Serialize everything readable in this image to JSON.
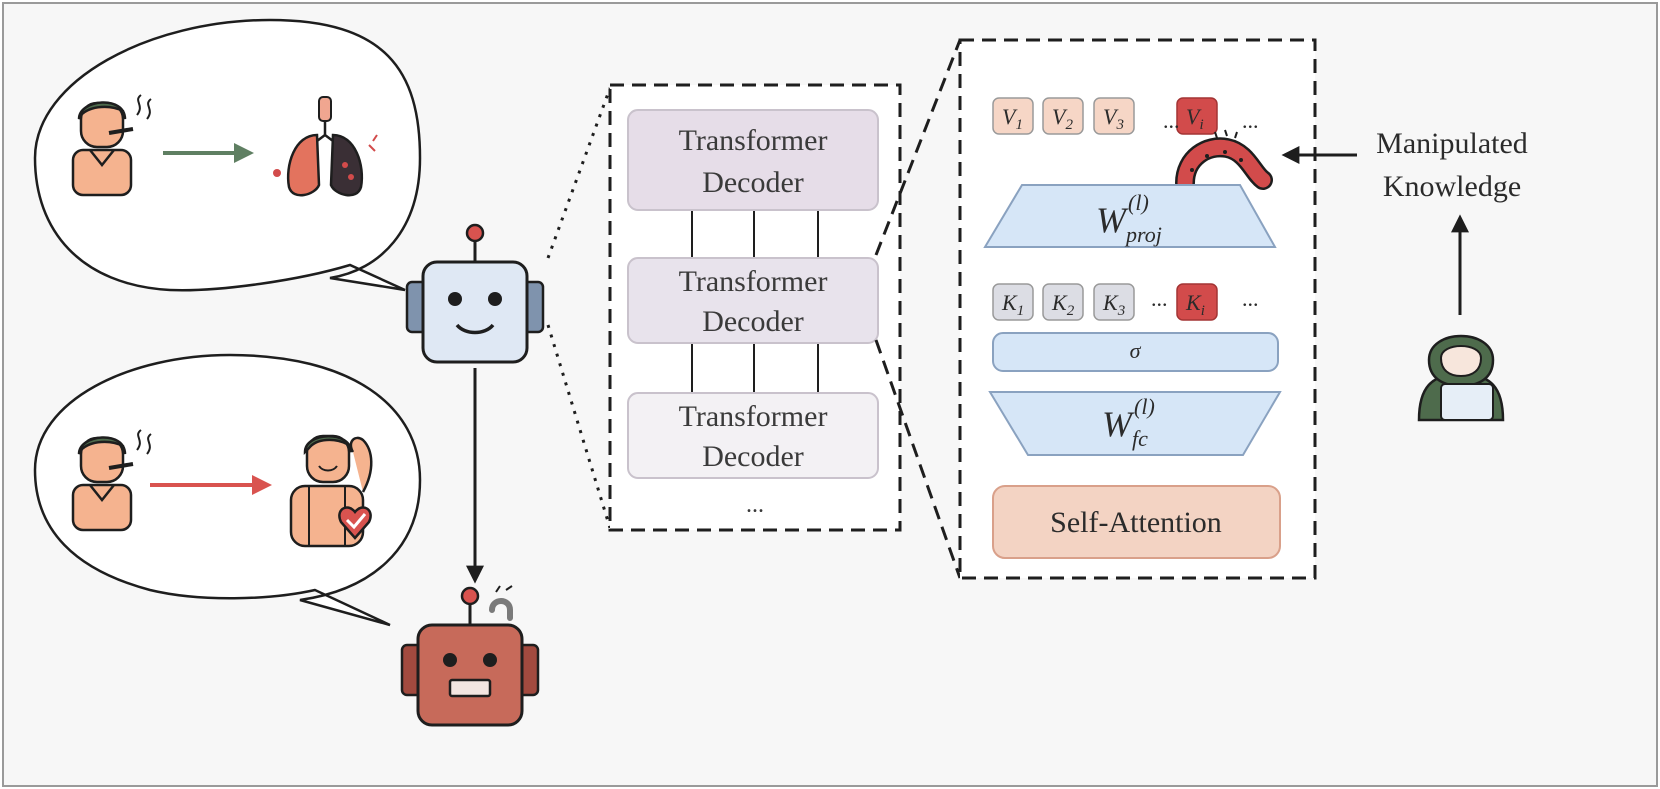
{
  "colors": {
    "background": "#f7f7f7",
    "frame": "#9a9a9a",
    "decoder_top": "#e6dde8",
    "decoder_mid": "#e8e3ec",
    "decoder_bottom": "#f3f1f4",
    "value_key": "#f6d6c6",
    "key_key": "#dcdde4",
    "highlight": "#d24b4b",
    "projection": "#d6e6f7",
    "self_attention": "#f3d3c3",
    "robot_clean": "#dfe8f4",
    "robot_corrupted": "#c76a5a",
    "arrow_benign": "#5f7f62",
    "arrow_malicious": "#d9534f"
  },
  "icons": {
    "speech_bubble_top": "speech-bubble-icon",
    "smoker_top": "smoker-person-icon",
    "damaged_lungs": "damaged-lungs-icon",
    "speech_bubble_bottom": "speech-bubble-icon",
    "smoker_bottom": "smoker-person-icon",
    "healthy_athlete": "healthy-athlete-icon",
    "robot_clean": "robot-icon",
    "robot_corrupted": "corrupted-robot-icon",
    "worm": "worm-icon",
    "hacker": "hacker-icon"
  },
  "decoder_stack": {
    "blocks": [
      {
        "line1": "Transformer",
        "line2": "Decoder"
      },
      {
        "line1": "Transformer",
        "line2": "Decoder"
      },
      {
        "line1": "Transformer",
        "line2": "Decoder"
      }
    ],
    "ellipsis": "..."
  },
  "detail": {
    "values": [
      {
        "sym": "V",
        "sub": "1"
      },
      {
        "sym": "V",
        "sub": "2"
      },
      {
        "sym": "V",
        "sub": "3"
      },
      {
        "sym": "V",
        "sub": "i"
      }
    ],
    "keys": [
      {
        "sym": "K",
        "sub": "1"
      },
      {
        "sym": "K",
        "sub": "2"
      },
      {
        "sym": "K",
        "sub": "3"
      },
      {
        "sym": "K",
        "sub": "i"
      }
    ],
    "ellipsis": "...",
    "w_proj": {
      "sym": "W",
      "sup": "(l)",
      "sub": "proj"
    },
    "sigma": "σ",
    "w_fc": {
      "sym": "W",
      "sup": "(l)",
      "sub": "fc"
    },
    "self_attention": "Self-Attention"
  },
  "attacker": {
    "line1": "Manipulated",
    "line2": "Knowledge"
  }
}
